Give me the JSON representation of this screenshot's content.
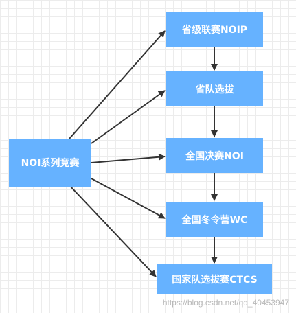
{
  "diagram": {
    "nodes": {
      "root": "NOI系列竞赛",
      "noip": "省级联赛NOIP",
      "provincial": "省队选拔",
      "noi": "全国决赛NOI",
      "wc": "全国冬令营WC",
      "ctcs": "国家队选拔赛CTCS"
    },
    "colors": {
      "node_fill": "#66b2ff",
      "node_text": "#ffffff",
      "edge": "#333333"
    }
  },
  "watermark": "https://blog.csdn.net/qq_40453947"
}
